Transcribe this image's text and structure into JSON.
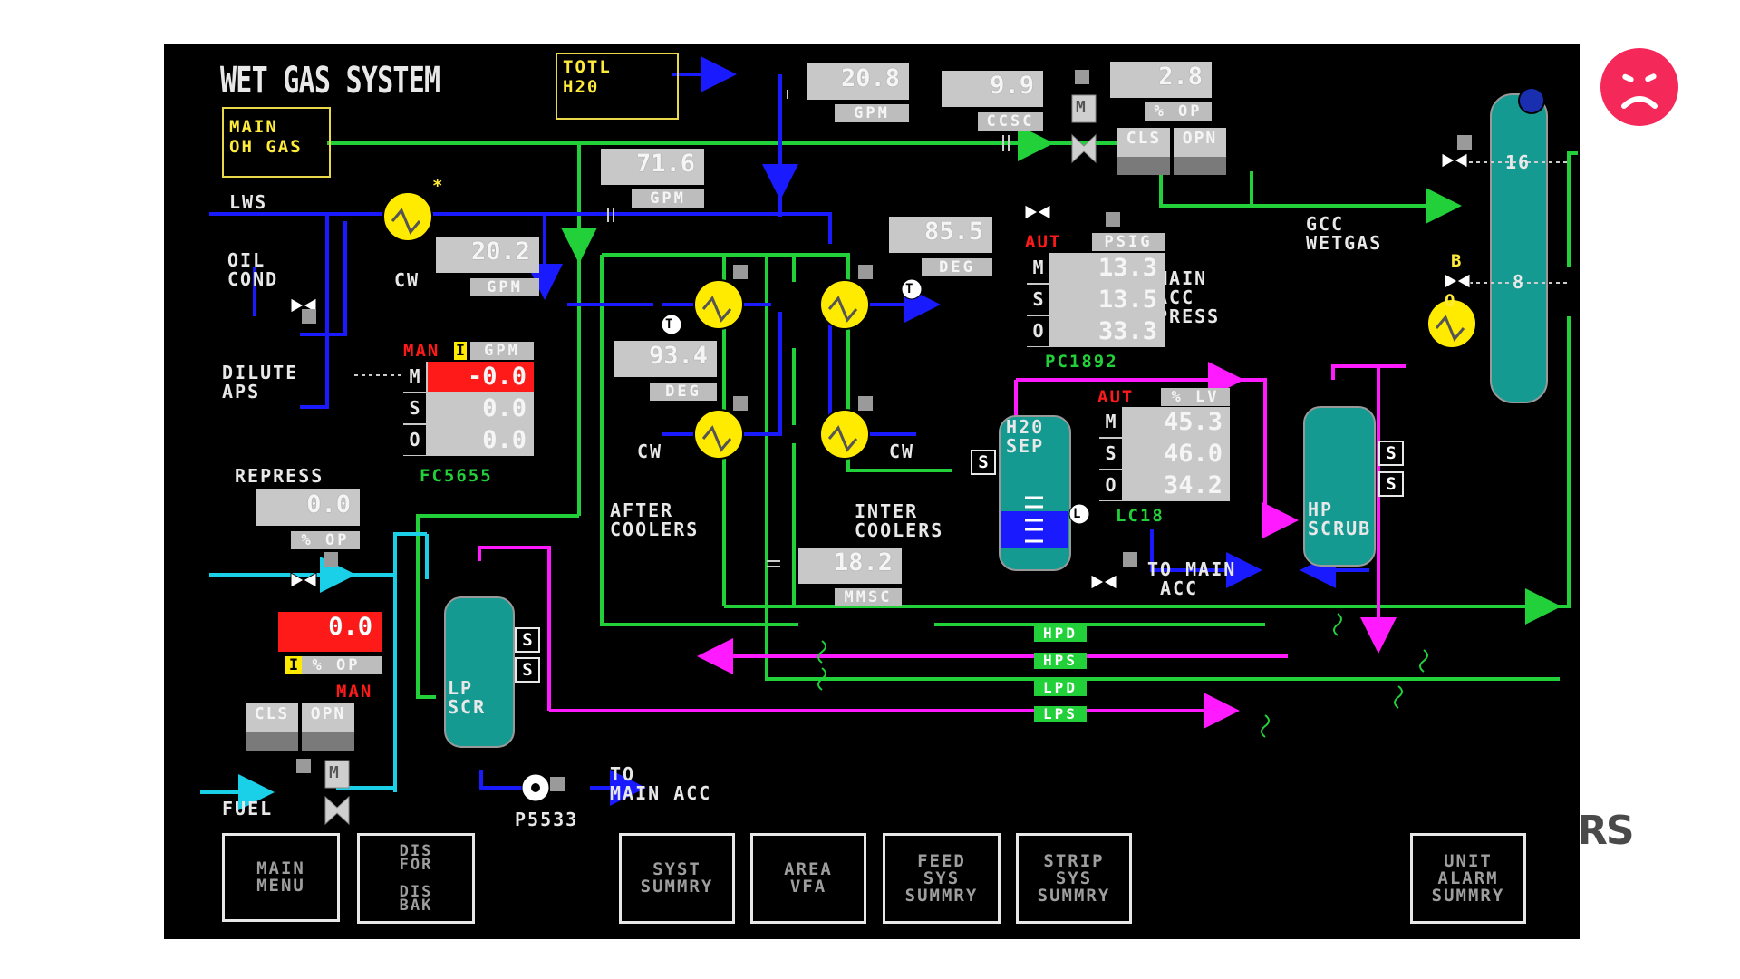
{
  "title": "WET GAS SYSTEM",
  "labels": {
    "main_oh_gas": "MAIN\nOH GAS",
    "totl_h2o": "TOTL\nH20",
    "lws": "LWS",
    "oil_cond": "OIL\nCOND",
    "cw1": "CW",
    "dilute_aps": "DILUTE\nAPS",
    "repress": "REPRESS",
    "fuel": "FUEL",
    "after_coolers": "AFTER\nCOOLERS",
    "cw2": "CW",
    "inter_coolers": "INTER\nCOOLERS",
    "cw3": "CW",
    "gcc_wetgas": "GCC\nWETGAS",
    "main_acc_press": "MAIN\nACC\nPRESS",
    "to_main_acc1": "TO MAIN\n ACC",
    "to_main_acc2": "TO\nMAIN ACC",
    "p5533": "P5533",
    "h2o_sep": "H20\nSEP",
    "hp_scrub": "HP\nSCRUB",
    "lp_scr": "LP\nSCR",
    "col16": "16",
    "col8": "8",
    "star": "*",
    "b": "B",
    "o": "O",
    "t": "T",
    "l": "L",
    "m": "M",
    "s": "S"
  },
  "values": {
    "v208": {
      "value": "20.8",
      "unit": "GPM"
    },
    "v99": {
      "value": "9.9",
      "unit": "CCSC"
    },
    "v28": {
      "value": "2.8",
      "unit": "% OP"
    },
    "v716": {
      "value": "71.6",
      "unit": "GPM"
    },
    "v855": {
      "value": "85.5",
      "unit": "DEG"
    },
    "v202": {
      "value": "20.2",
      "unit": "GPM"
    },
    "v934": {
      "value": "93.4",
      "unit": "DEG"
    },
    "v182": {
      "value": "18.2",
      "unit": "MMSC"
    },
    "repress": {
      "value": "0.0",
      "unit": "% OP"
    },
    "fuel": {
      "value": "0.0",
      "unit": "% OP",
      "flag": "I",
      "mode": "MAN"
    }
  },
  "controllers": {
    "pc1892": {
      "mode": "AUT",
      "unit": "PSIG",
      "m": "13.3",
      "s": "13.5",
      "o": "33.3",
      "tag": "PC1892"
    },
    "fc5655": {
      "mode": "MAN",
      "flag": "I",
      "unit": "GPM",
      "m": "-0.0",
      "s": "0.0",
      "o": "0.0",
      "tag": "FC5655"
    },
    "lc18": {
      "mode": "AUT",
      "unit": "% LV",
      "m": "45.3",
      "s": "46.0",
      "o": "34.2",
      "tag": "LC18"
    }
  },
  "buttons": {
    "cls": "CLS",
    "opn": "OPN"
  },
  "streams": [
    "HPD",
    "HPS",
    "LPD",
    "LPS"
  ],
  "nav": [
    {
      "id": "main-menu",
      "label": "MAIN\nMENU"
    },
    {
      "id": "dis",
      "label": "DIS\nFOR\n\nDIS\nBAK"
    },
    {
      "id": "syst-summry",
      "label": "SYST\nSUMMRY"
    },
    {
      "id": "area-vfa",
      "label": "AREA\nVFA"
    },
    {
      "id": "feed-sys",
      "label": "FEED\nSYS\nSUMMRY"
    },
    {
      "id": "strip-sys",
      "label": "STRIP\nSYS\nSUMMRY"
    },
    {
      "id": "unit-alarm",
      "label": "UNIT\nALARM\nSUMMRY"
    }
  ],
  "logo": "RS",
  "colors": {
    "green": "#22d03a",
    "blue": "#1a1aff",
    "magenta": "#ff1aff",
    "cyan": "#1ad0e8",
    "yellow": "#ffeb00",
    "teal": "#159a92",
    "red": "#ff1a1a"
  }
}
